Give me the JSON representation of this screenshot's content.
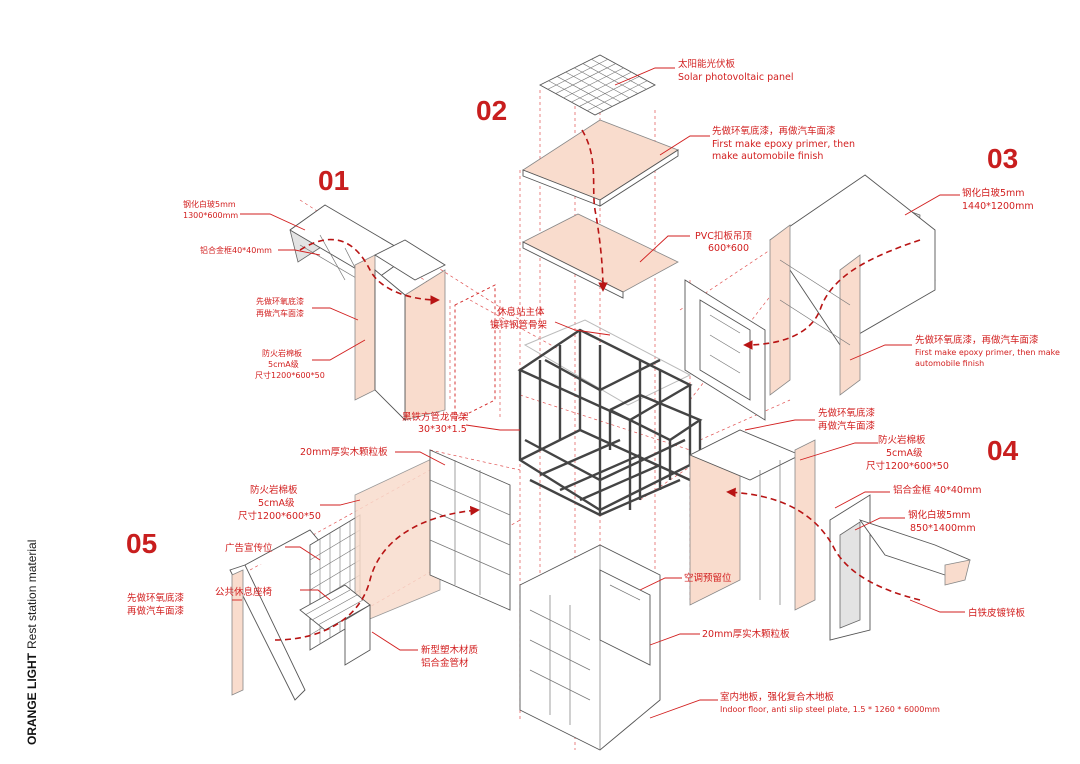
{
  "side_title": {
    "brand": "ORANGE LIGHT",
    "subtitle": "Rest station material"
  },
  "module_numbers": [
    "01",
    "02",
    "03",
    "04",
    "05"
  ],
  "labels": {
    "solar_cn": "太阳能光伏板",
    "solar_en": "Solar photovoltaic panel",
    "roof_paint_cn": "先做环氧底漆，再做汽车面漆",
    "roof_paint_en1": "First make epoxy primer, then",
    "roof_paint_en2": "make automobile finish",
    "pvc_cn": "PVC扣板吊顶",
    "pvc_size": "600*600",
    "glass01_cn": "钢化白玻5mm",
    "glass01_size": "1300*600mm",
    "alu01_cn": "铝合金框40*40mm",
    "paint01_l1": "先做环氧底漆",
    "paint01_l2": "再做汽车面漆",
    "rockwool01_l1": "防火岩棉板",
    "rockwool01_l2": "5cmA级",
    "rockwool01_l3": "尺寸1200*600*50",
    "main_l1": "休息站主体",
    "main_l2": "镀锌钢管骨架",
    "tube_l1": "黑铁方管龙骨架",
    "tube_l2": "30*30*1.5",
    "glass03_cn": "钢化白玻5mm",
    "glass03_size": "1440*1200mm",
    "paint03_cn": "先做环氧底漆，再做汽车面漆",
    "paint03_en1": "First make epoxy primer, then make",
    "paint03_en2": "automobile finish",
    "paint04_l1": "先做环氧底漆",
    "paint04_l2": "再做汽车面漆",
    "rockwool04_l1": "防火岩棉板",
    "rockwool04_l2": "5cmA级",
    "rockwool04_l3": "尺寸1200*600*50",
    "alu04_cn": "铝合金框 40*40mm",
    "glass04_cn": "钢化白玻5mm",
    "glass04_size": "850*1400mm",
    "tin_cn": "白铁皮镀锌板",
    "wood_top_cn": "20mm厚实木颗粒板",
    "rockwool05_l1": "防火岩棉板",
    "rockwool05_l2": "5cmA级",
    "rockwool05_l3": "尺寸1200*600*50",
    "ad_cn": "广告宣传位",
    "bench_cn": "公共休息座椅",
    "paint05_l1": "先做环氧底漆",
    "paint05_l2": "再做汽车面漆",
    "plastic_l1": "新型塑木材质",
    "plastic_l2": "铝合金管材",
    "ac_cn": "空调预留位",
    "wood_bottom_cn": "20mm厚实木颗粒板",
    "floor_cn": "室内地板，强化复合木地板",
    "floor_en": "Indoor floor, anti slip steel plate, 1.5 * 1260 * 6000mm"
  }
}
